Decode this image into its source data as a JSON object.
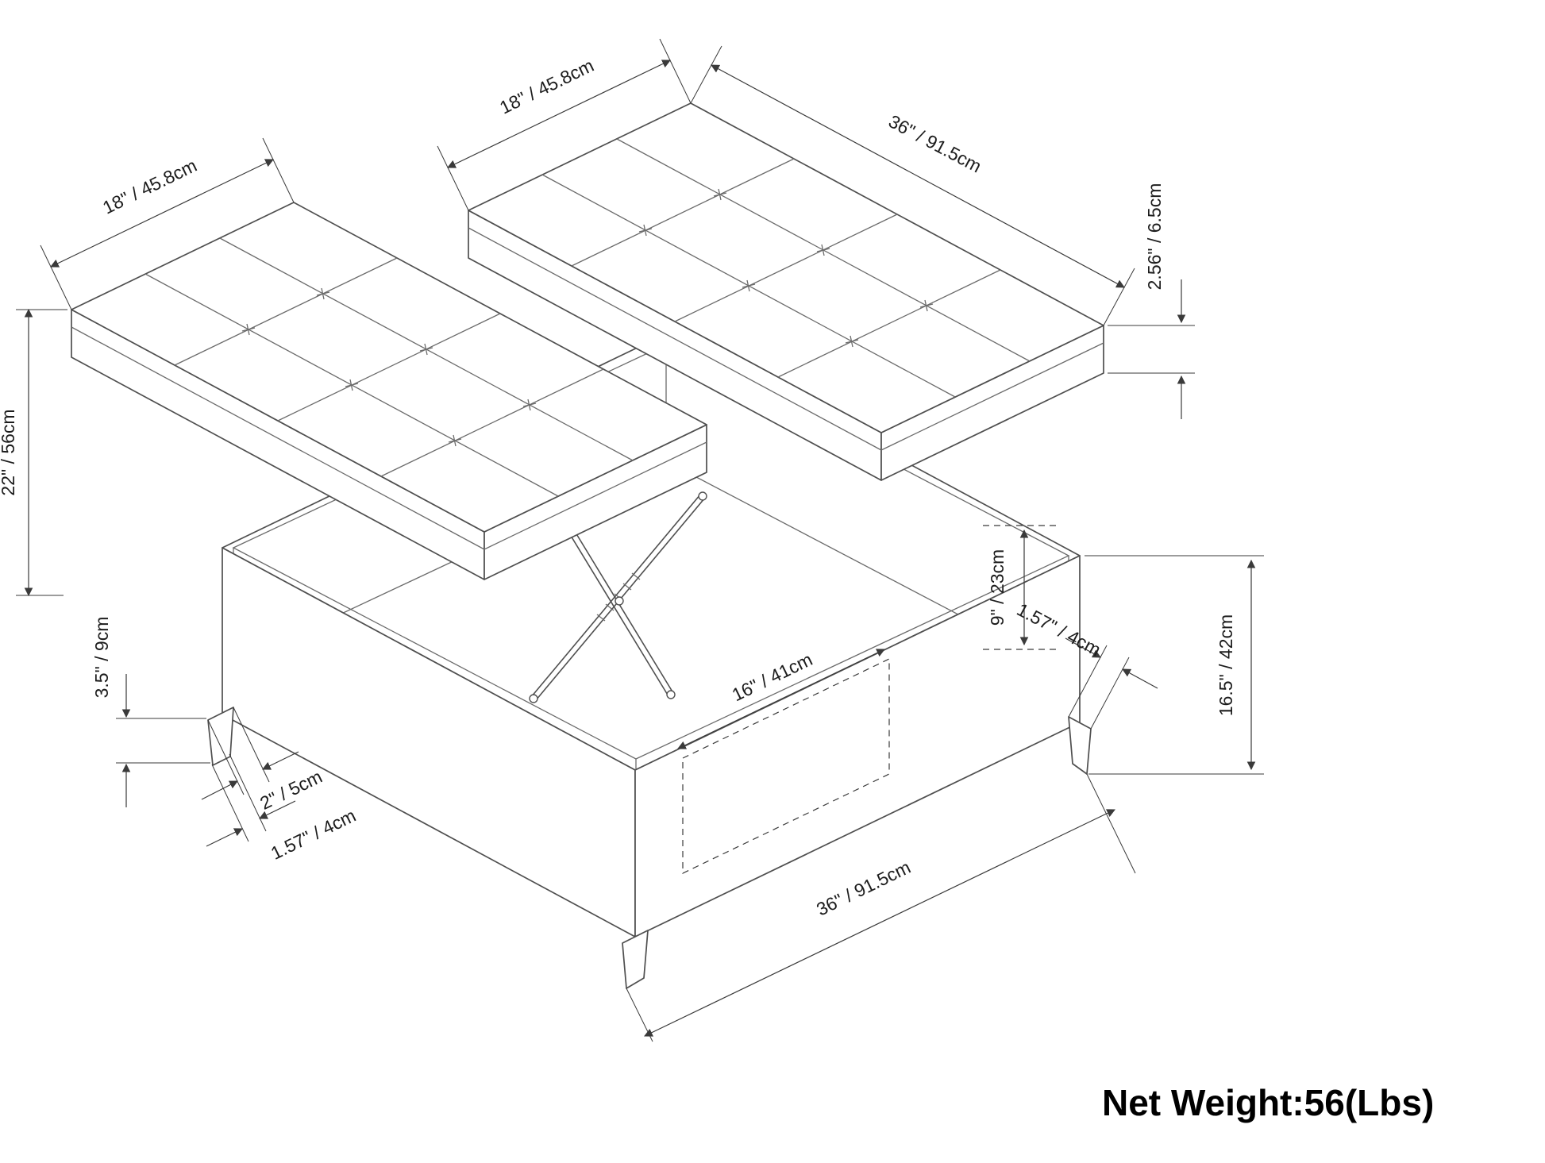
{
  "diagram": {
    "type": "product-dimension-drawing",
    "subject": "square storage ottoman with two lift-top tufted cushions",
    "line_color": "#4f4f4f",
    "labels": {
      "cushion_left_width": "18\" / 45.8cm",
      "cushion_right_width": "18\" / 45.8cm",
      "cushion_right_length": "36\" / 91.5cm",
      "cushion_thickness": "2.56\" / 6.5cm",
      "overall_height": "22\" / 56cm",
      "leg_height": "3.5\" / 9cm",
      "interior_depth": "9\" / 23cm",
      "base_height": "16.5\" / 42cm",
      "leg_width_top": "2\" / 5cm",
      "leg_width_bottom_left": "1.57\" / 4cm",
      "opening_width": "16\" / 41cm",
      "leg_width_right": "1.57\" / 4cm",
      "base_length": "36\" / 91.5cm"
    },
    "net_weight": "Net Weight:56(Lbs)"
  }
}
